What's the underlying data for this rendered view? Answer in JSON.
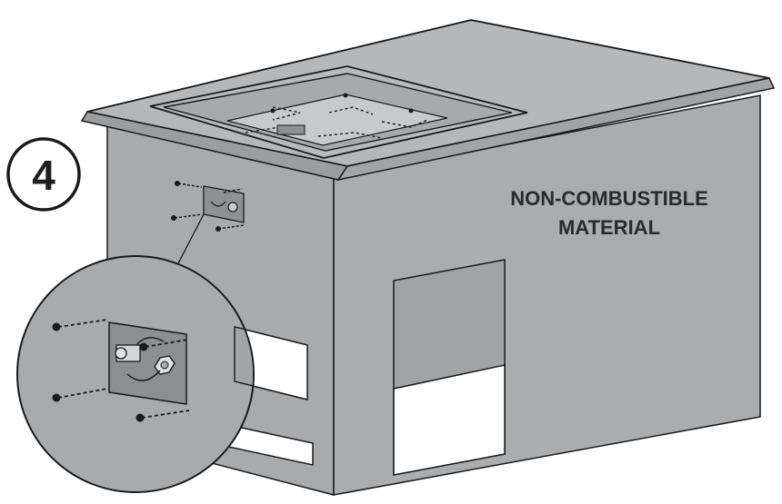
{
  "step": {
    "number": "4"
  },
  "labels": {
    "material_line1": "NON-COMBUSTIBLE",
    "material_line2": "MATERIAL"
  },
  "colors": {
    "enclosure_fill": "#a9aaac",
    "countertop_fill": "#b4b5b7",
    "opening_fill": "#ffffff",
    "outline": "#1a1a1a"
  }
}
